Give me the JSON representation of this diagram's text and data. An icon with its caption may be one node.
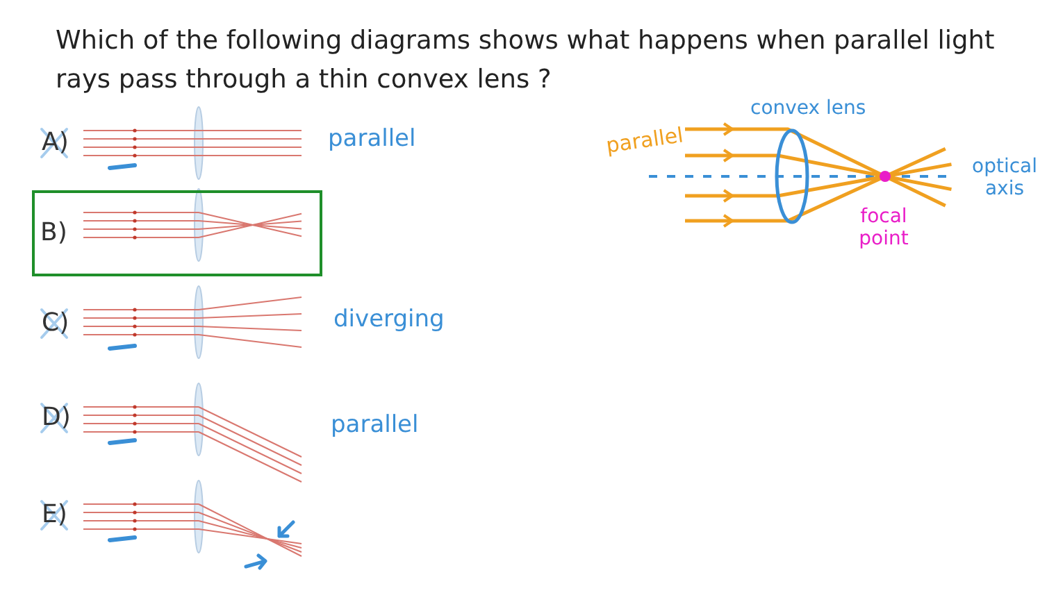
{
  "diagram": {
    "title": "Which of the following diagrams shows what happens when parallel light rays pass through a thin convex lens ?",
    "nodes": [
      {
        "text": [
          "B)"
        ]
      }
    ],
    "labels": [
      "A)",
      "parallel",
      "C)",
      "diverging",
      "D)",
      "parallel",
      "E)",
      "convex lens",
      "parallel",
      "optical axis",
      "focal point"
    ]
  }
}
